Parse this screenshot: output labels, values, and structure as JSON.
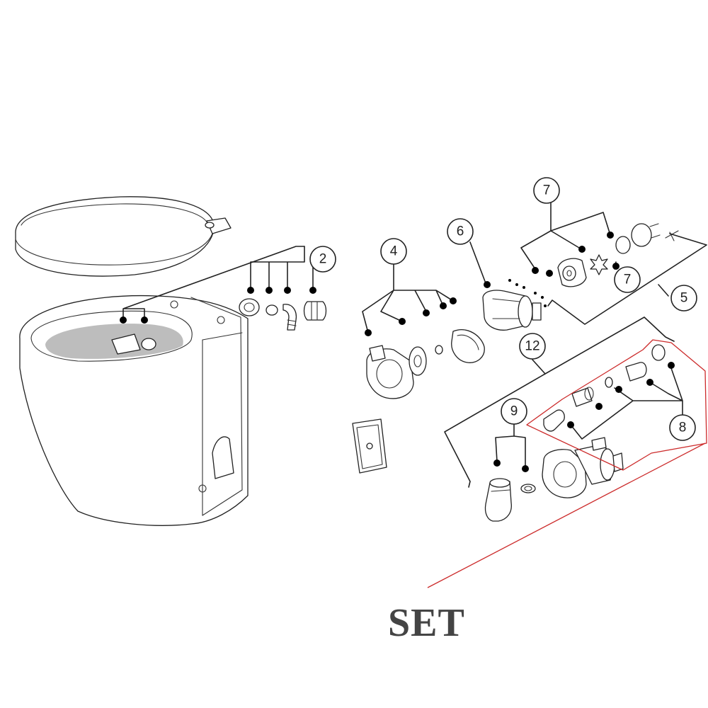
{
  "callouts": [
    {
      "id": "c2",
      "label": "2"
    },
    {
      "id": "c4",
      "label": "4"
    },
    {
      "id": "c5",
      "label": "5"
    },
    {
      "id": "c6",
      "label": "6"
    },
    {
      "id": "c7a",
      "label": "7"
    },
    {
      "id": "c7b",
      "label": "7"
    },
    {
      "id": "c8",
      "label": "8"
    },
    {
      "id": "c9",
      "label": "9"
    },
    {
      "id": "c12",
      "label": "12"
    }
  ],
  "set_label": "SET",
  "colors": {
    "line": "#222222",
    "highlight": "#cc2b2b",
    "set_text": "#444444"
  }
}
